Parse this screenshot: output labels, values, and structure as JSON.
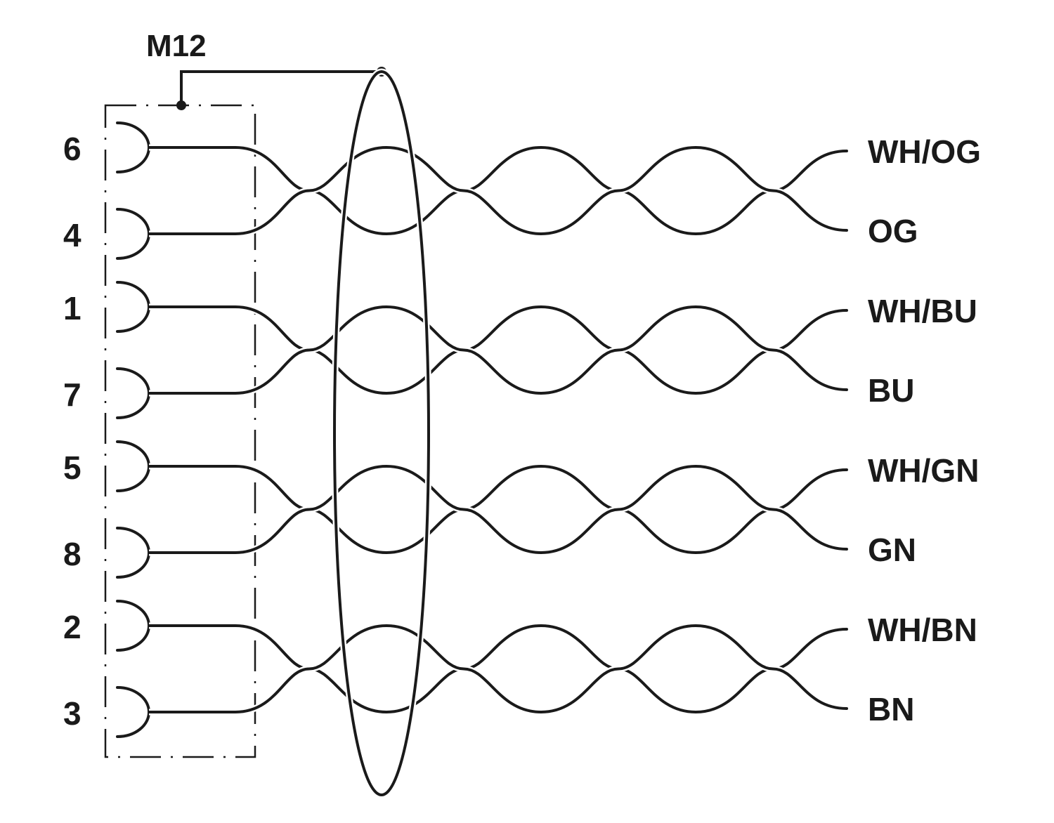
{
  "connector": {
    "label": "M12"
  },
  "pins": [
    {
      "number": "6",
      "color": "WH/OG"
    },
    {
      "number": "4",
      "color": "OG"
    },
    {
      "number": "1",
      "color": "WH/BU"
    },
    {
      "number": "7",
      "color": "BU"
    },
    {
      "number": "5",
      "color": "WH/GN"
    },
    {
      "number": "8",
      "color": "GN"
    },
    {
      "number": "2",
      "color": "WH/BN"
    },
    {
      "number": "3",
      "color": "BN"
    }
  ]
}
